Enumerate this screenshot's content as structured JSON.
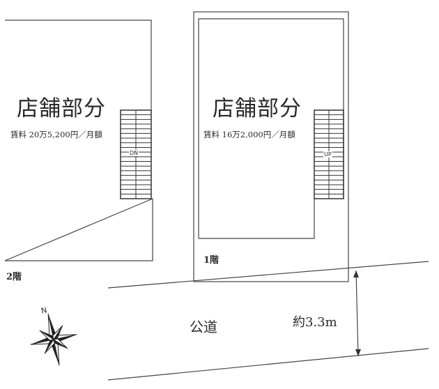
{
  "floor2": {
    "title": "店舗部分",
    "rent": "賃料 20万5,200円／月額",
    "stair_label": "DN",
    "floor_label": "2階"
  },
  "floor1": {
    "title": "店舗部分",
    "rent": "賃料 16万2,000円／月額",
    "stair_label": "UP",
    "floor_label": "1階"
  },
  "road": {
    "label": "公道",
    "width": "約3.3m"
  },
  "compass": {
    "north": "N"
  }
}
